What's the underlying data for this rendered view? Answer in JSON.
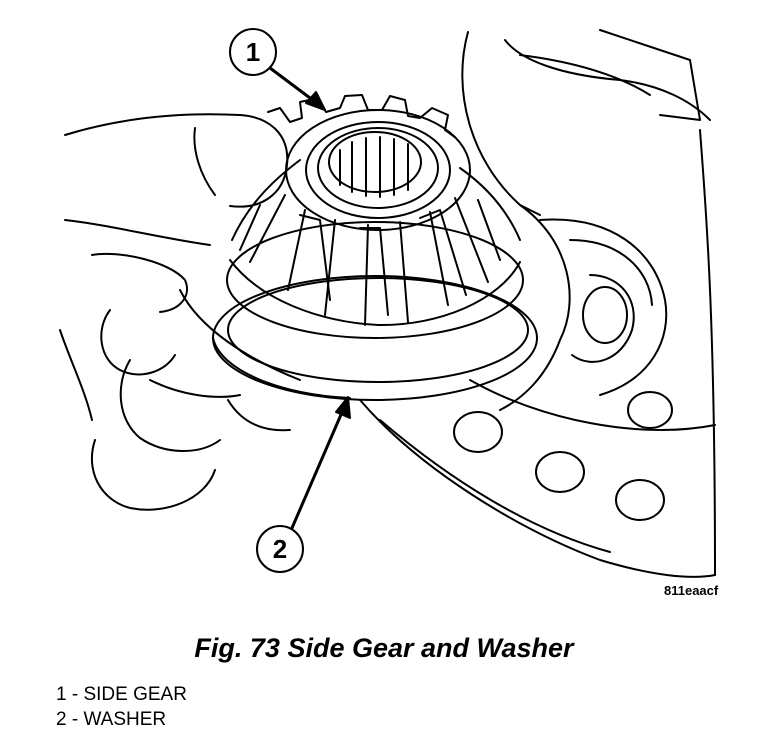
{
  "figure": {
    "code": "811eaacf",
    "caption": "Fig. 73 Side Gear and Washer"
  },
  "callouts": [
    {
      "number": "1",
      "points_to": "side-gear"
    },
    {
      "number": "2",
      "points_to": "washer"
    }
  ],
  "legend": [
    {
      "number": "1",
      "label": "1 - SIDE GEAR"
    },
    {
      "number": "2",
      "label": "2 - WASHER"
    }
  ]
}
